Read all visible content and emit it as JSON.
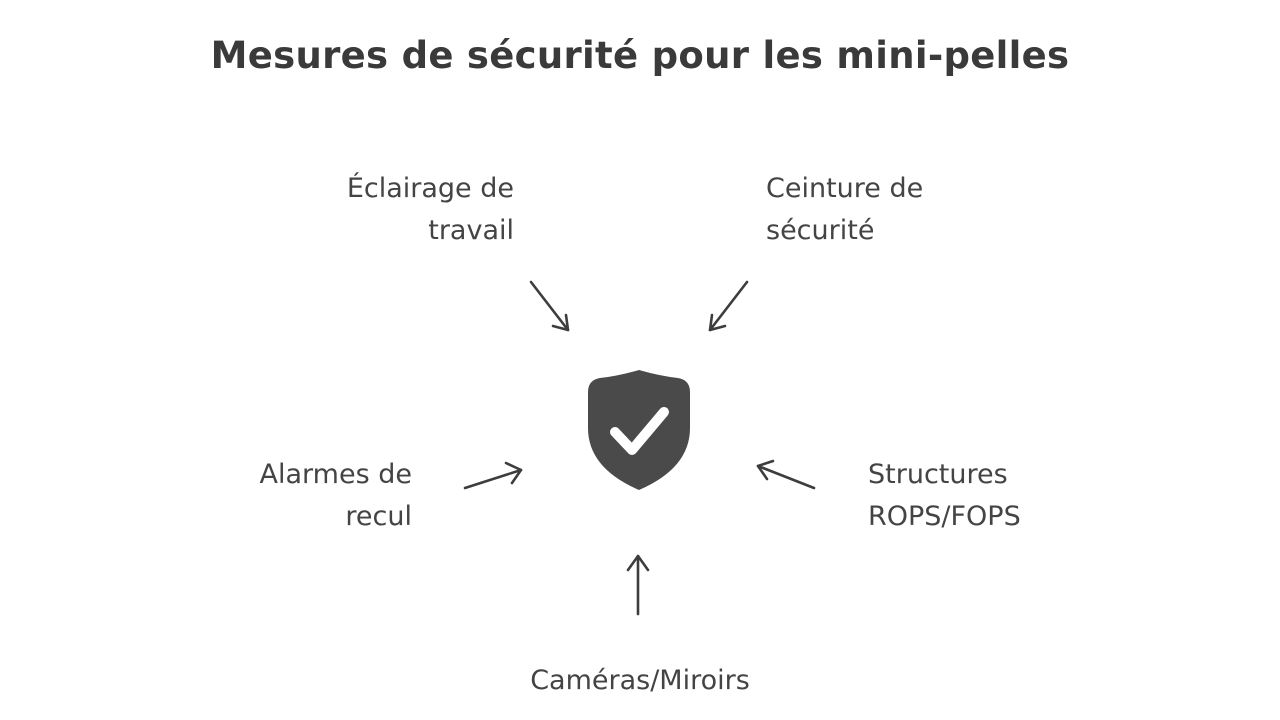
{
  "title": "Mesures de sécurité pour les mini-pelles",
  "center_icon": "shield-check-icon",
  "colors": {
    "shield": "#4a4a4a",
    "text": "#3d3d3d",
    "background": "#ffffff"
  },
  "items": {
    "eclairage": {
      "line1": "Éclairage de",
      "line2": "travail"
    },
    "ceinture": {
      "line1": "Ceinture de",
      "line2": "sécurité"
    },
    "alarmes": {
      "line1": "Alarmes de",
      "line2": "recul"
    },
    "structures": {
      "line1": "Structures",
      "line2": "ROPS/FOPS"
    },
    "cameras": {
      "line1": "Caméras/Miroirs"
    }
  }
}
